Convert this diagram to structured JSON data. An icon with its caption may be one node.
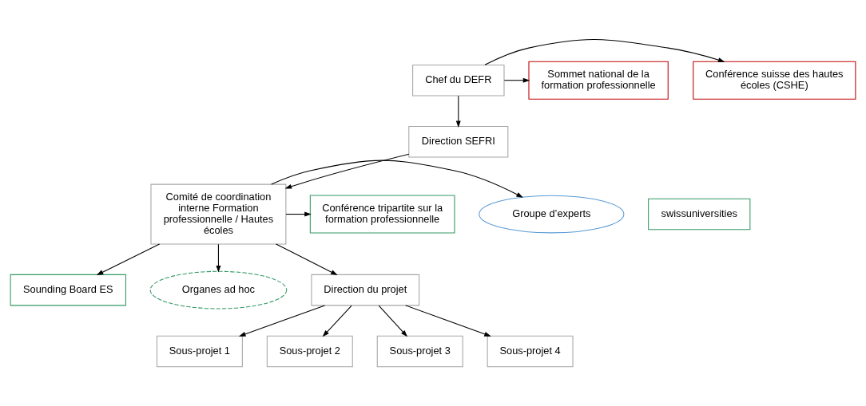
{
  "diagram": {
    "nodes": [
      {
        "text": [
          "Chef du DEFR"
        ]
      },
      {
        "text": [
          "Conférence suisse des hautes écoles (CSHE)"
        ]
      },
      {
        "text": [
          "Sommet national de la formation professionnelle"
        ]
      },
      {
        "text": [
          "Direction SEFRI"
        ]
      },
      {
        "text": [
          "Comité de coordination interne Formation professionnelle / Hautes écoles"
        ]
      },
      {
        "text": [
          "Groupe d’experts"
        ]
      },
      {
        "text": [
          "Conférence tripartite sur la formation professionnelle"
        ]
      },
      {
        "text": [
          "swissuniversities"
        ]
      },
      {
        "text": [
          "Sounding Board ES"
        ]
      },
      {
        "text": [
          "Organes ad hoc"
        ]
      },
      {
        "text": [
          "Direction du projet"
        ]
      },
      {
        "text": [
          "Sous-projet 1"
        ]
      },
      {
        "text": [
          "Sous-projet 2"
        ]
      },
      {
        "text": [
          "Sous-projet 3"
        ]
      },
      {
        "text": [
          "Sous-projet 4"
        ]
      }
    ],
    "edges": [
      {
        "from": 0,
        "to": 1,
        "arrow": "to"
      },
      {
        "from": 0,
        "to": 2,
        "arrow": "to"
      },
      {
        "from": 0,
        "to": 3,
        "arrow": "to"
      },
      {
        "from": 3,
        "to": 4,
        "arrow": "to"
      },
      {
        "from": 4,
        "to": 5,
        "arrow": "to"
      },
      {
        "from": 4,
        "to": 6,
        "arrow": "to"
      },
      {
        "from": 4,
        "to": 8,
        "arrow": "to"
      },
      {
        "from": 4,
        "to": 9,
        "arrow": "to"
      },
      {
        "from": 4,
        "to": 10,
        "arrow": "to"
      },
      {
        "from": 10,
        "to": 11,
        "arrow": "to"
      },
      {
        "from": 10,
        "to": 12,
        "arrow": "to"
      },
      {
        "from": 10,
        "to": 13,
        "arrow": "to"
      },
      {
        "from": 10,
        "to": 14,
        "arrow": "to"
      }
    ]
  }
}
